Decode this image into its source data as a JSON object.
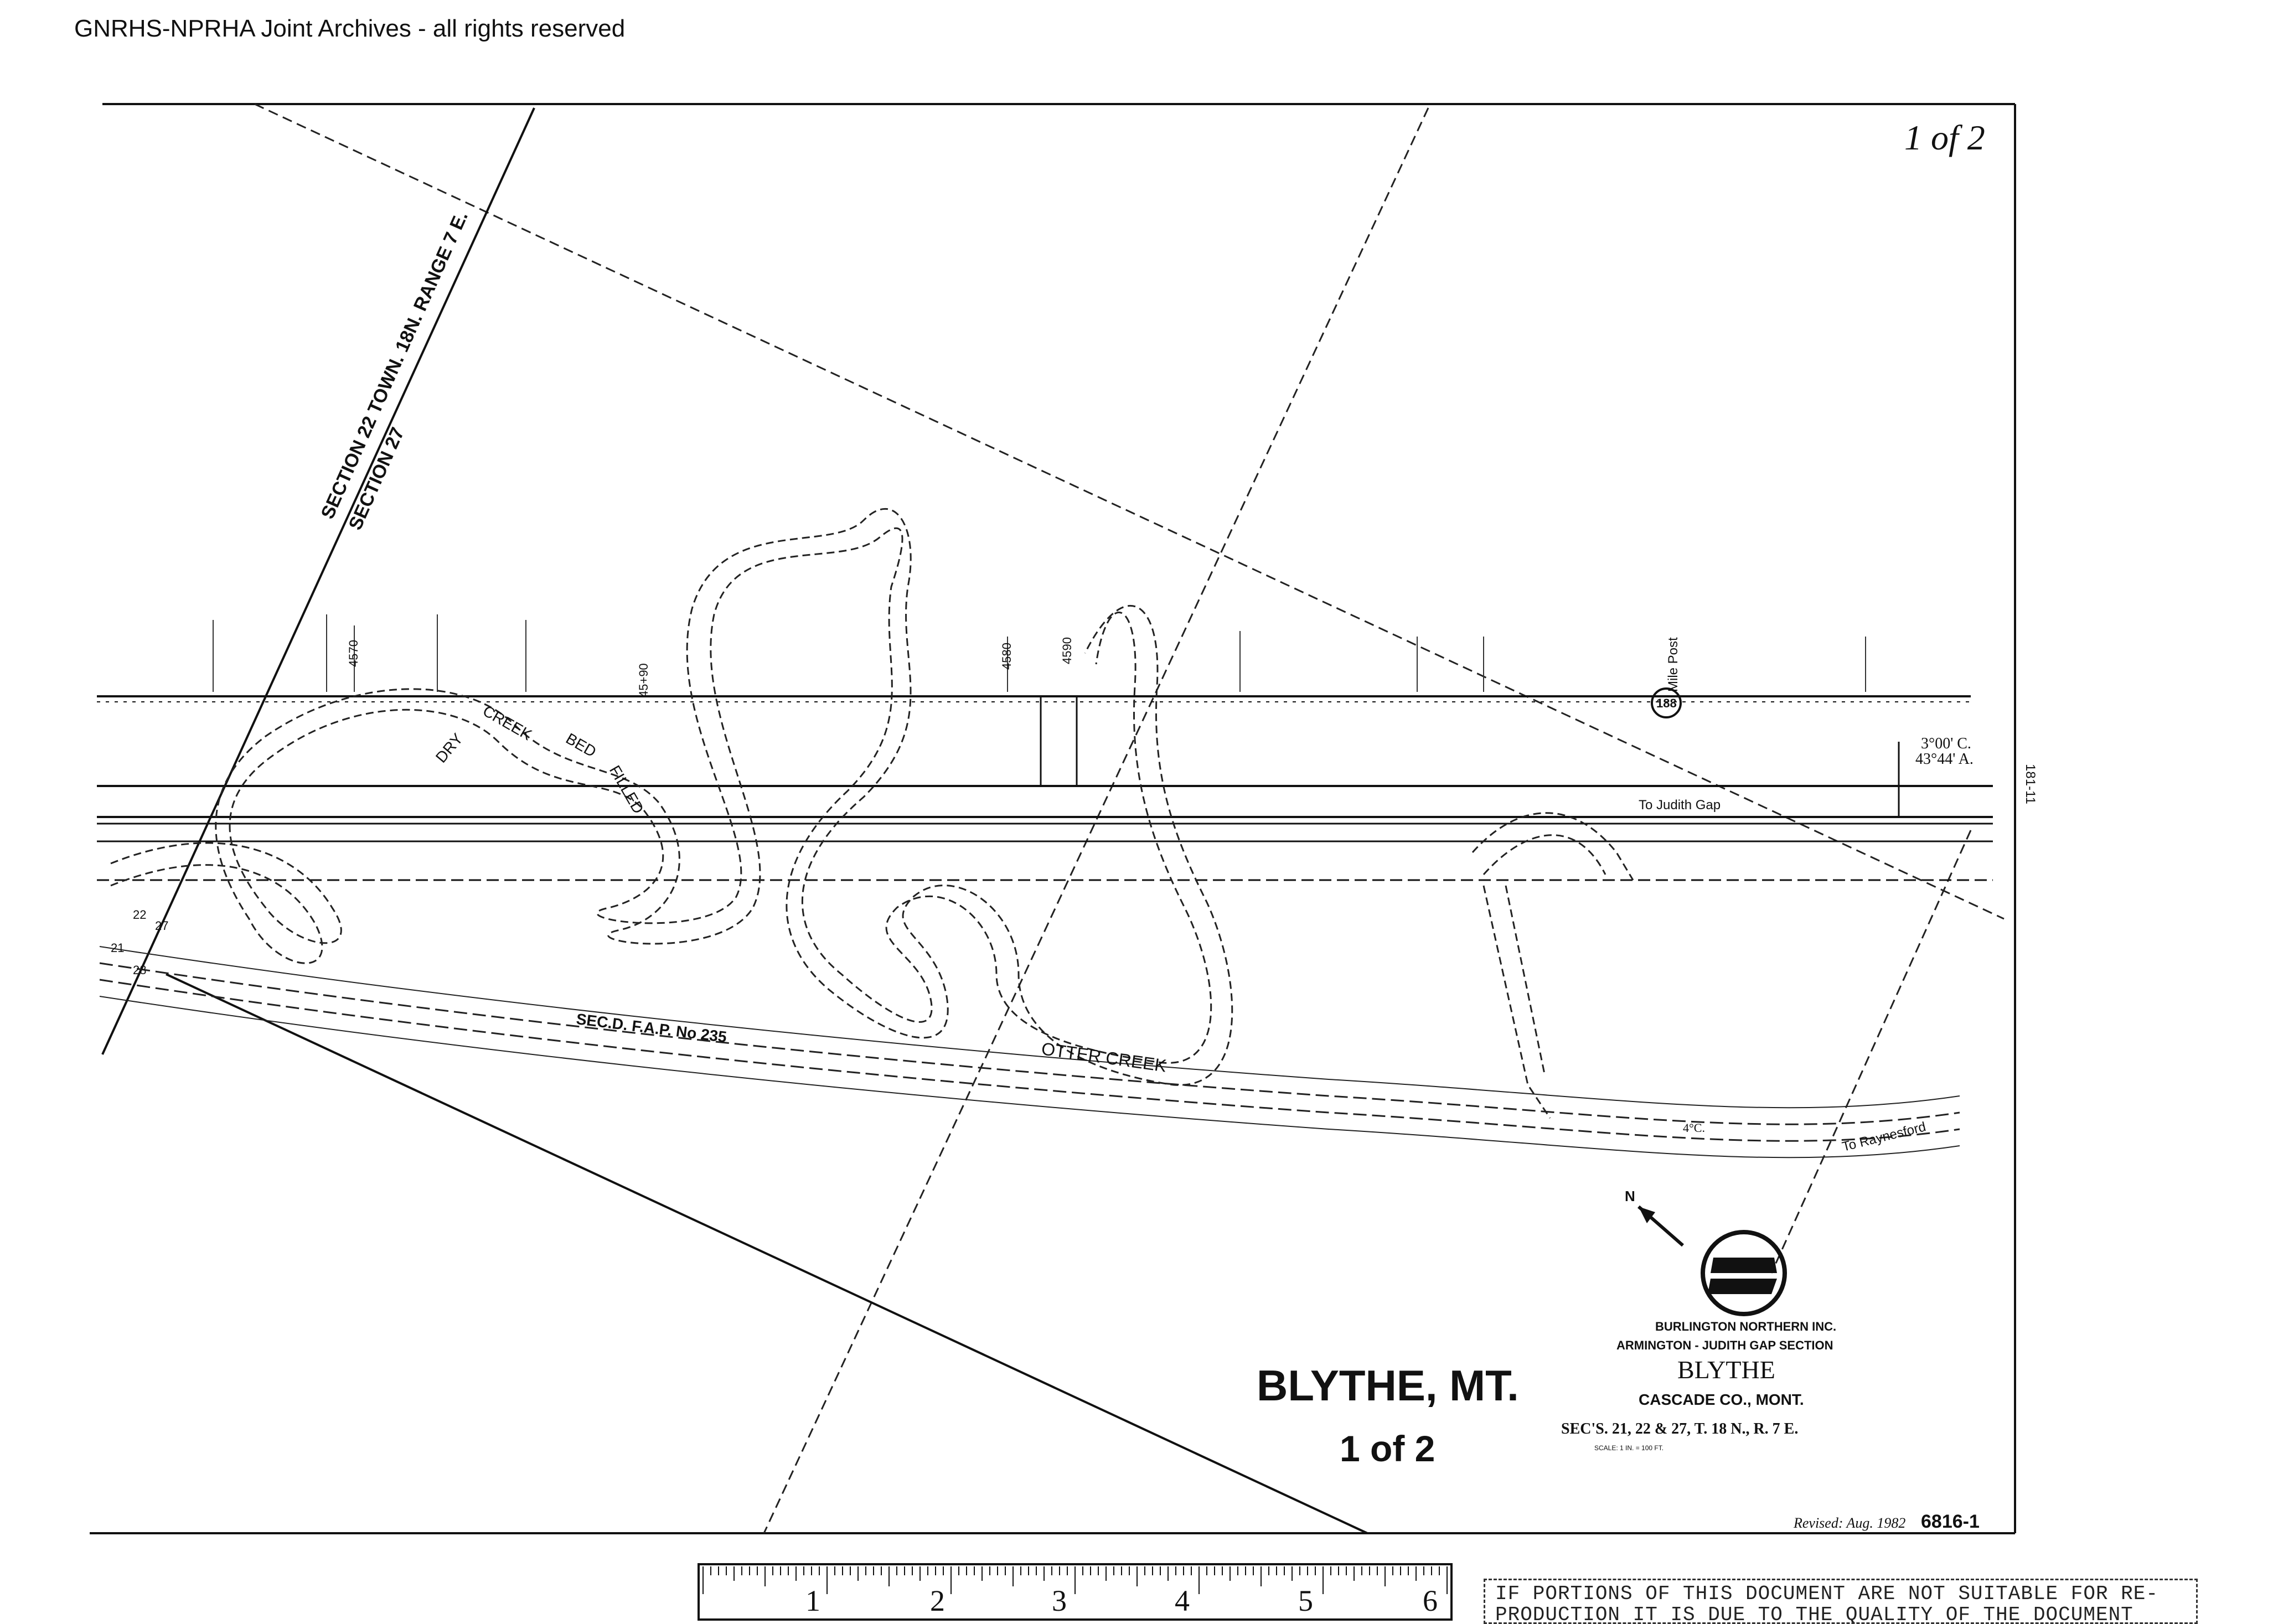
{
  "header": {
    "archive_notice": "GNRHS-NPRHA Joint Archives - all rights reserved"
  },
  "sheet": {
    "sheet_number_handwritten": "1 of 2",
    "sheet_number": "1 of 2",
    "drawing_number": "6816-1",
    "revised_note": "Revised: Aug. 1982"
  },
  "title_block": {
    "company": "BURLINGTON NORTHERN INC.",
    "section": "ARMINGTON - JUDITH GAP SECTION",
    "station": "BLYTHE",
    "county": "CASCADE CO., MONT.",
    "location": "SEC'S. 21, 22 & 27, T. 18 N., R. 7 E.",
    "scale": "SCALE: 1 IN. = 100 FT.",
    "main_title": "BLYTHE, MT."
  },
  "map_labels": {
    "section_line_north": "SECTION 22  TOWN. 18N. RANGE 7 E.",
    "section_line_south": "SECTION 27",
    "dry_creek": [
      "DRY",
      "CREEK",
      "BED",
      "FILLED"
    ],
    "otter_creek": "OTTER CREEK",
    "highway": "SEC.D. F.A.P. No 235",
    "to_judith_gap": "To Judith Gap",
    "to_raynesford": "To Raynesford",
    "mile_post_number": "188",
    "mile_post_label": "Mile Post",
    "curve_1": "3°00' C.",
    "curve_2": "43°44' A.",
    "curve_3": "4°C.",
    "station_4570": "4570",
    "station_4580": "4580",
    "station_4590": "4590",
    "station_4590_left": "45+90",
    "corners": [
      "22",
      "27",
      "21",
      "28"
    ],
    "right_margin": "181-11",
    "north_arrow": "N"
  },
  "ruler": {
    "ticks": [
      "1",
      "2",
      "3",
      "4",
      "5",
      "6"
    ]
  },
  "stamp": {
    "line1": "IF PORTIONS OF THIS DOCUMENT ARE NOT SUITABLE FOR RE-",
    "line2": "PRODUCTION IT IS DUE TO THE QUALITY OF THE DOCUMENT"
  }
}
